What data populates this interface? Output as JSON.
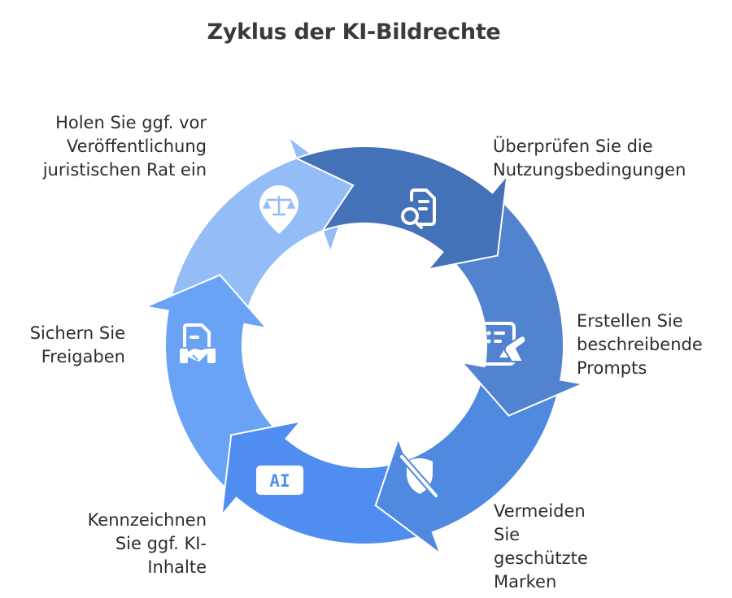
{
  "title": "Zyklus der KI-Bildrechte",
  "steps": [
    {
      "id": "terms",
      "label": "Überprüfen Sie die\nNutzungsbedingungen",
      "icon": "document-search-icon",
      "color": "#4472B8"
    },
    {
      "id": "prompts",
      "label": "Erstellen Sie\nbeschreibende\nPrompts",
      "icon": "write-prompt-icon",
      "color": "#5283D0"
    },
    {
      "id": "trademarks",
      "label": "Vermeiden\nSie\ngeschützte\nMarken",
      "icon": "no-brand-icon",
      "color": "#4F89E0"
    },
    {
      "id": "label-ai",
      "label": "Kennzeichnen\nSie ggf. KI-\nInhalte",
      "icon": "ai-badge-icon",
      "icon_text": "AI",
      "color": "#4F8EF0"
    },
    {
      "id": "releases",
      "label": "Sichern Sie\nFreigaben",
      "icon": "contract-handshake-icon",
      "color": "#6AA3F5"
    },
    {
      "id": "legal",
      "label": "Holen Sie ggf. vor\nVeröffentlichung\njuristischen Rat ein",
      "icon": "legal-scale-icon",
      "color": "#94BDF8"
    }
  ],
  "chart_data": {
    "type": "cycle",
    "title": "Zyklus der KI-Bildrechte",
    "direction": "clockwise",
    "categories": [
      "Überprüfen Sie die Nutzungsbedingungen",
      "Erstellen Sie beschreibende Prompts",
      "Vermeiden Sie geschützte Marken",
      "Kennzeichnen Sie ggf. KI-Inhalte",
      "Sichern Sie Freigaben",
      "Holen Sie ggf. vor Veröffentlichung juristischen Rat ein"
    ],
    "values": [
      1,
      1,
      1,
      1,
      1,
      1
    ]
  }
}
